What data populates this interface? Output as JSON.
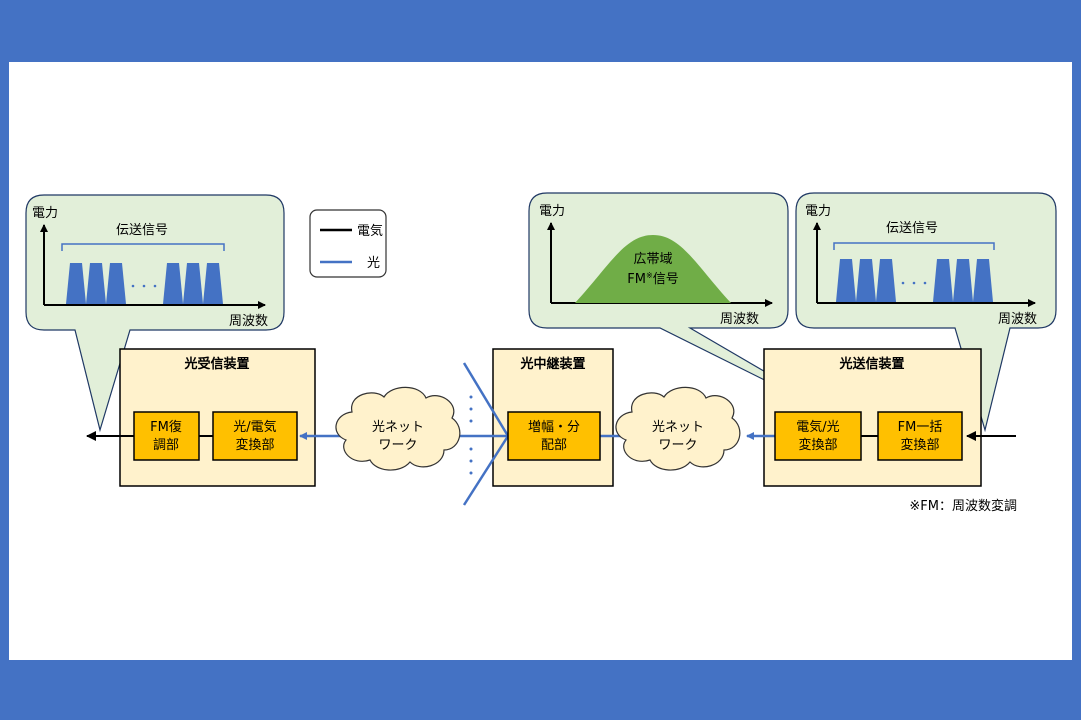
{
  "legend": {
    "electric": "電気",
    "optical": "光"
  },
  "devices": {
    "receiver": {
      "title": "光受信装置",
      "block1": [
        "FM復",
        "調部"
      ],
      "block2": [
        "光/電気",
        "変換部"
      ]
    },
    "relay": {
      "title": "光中継装置",
      "block1": [
        "増幅・分",
        "配部"
      ]
    },
    "transmitter": {
      "title": "光送信装置",
      "block1": [
        "電気/光",
        "変換部"
      ],
      "block2": [
        "FM一括",
        "変換部"
      ]
    }
  },
  "networks": [
    [
      "光ネット",
      "ワーク"
    ],
    [
      "光ネット",
      "ワーク"
    ]
  ],
  "callouts": {
    "left": {
      "ylabel": "電力",
      "xlabel": "周波数",
      "signal": "伝送信号"
    },
    "middle": {
      "ylabel": "電力",
      "xlabel": "周波数",
      "signal_line1": "広帯域",
      "signal_line2_pre": "FM",
      "signal_line2_sup": "※",
      "signal_line2_post": "信号"
    },
    "right": {
      "ylabel": "電力",
      "xlabel": "周波数",
      "signal": "伝送信号"
    }
  },
  "footnote": "※FM：周波数変調",
  "colors": {
    "background": "#4472c4",
    "callout_fill": "#e2efd9",
    "device_fill": "#fff2cc",
    "block_fill": "#ffc000",
    "optical_line": "#4472c4",
    "spectrum": "#4472c4",
    "broadband": "#70ad47"
  }
}
